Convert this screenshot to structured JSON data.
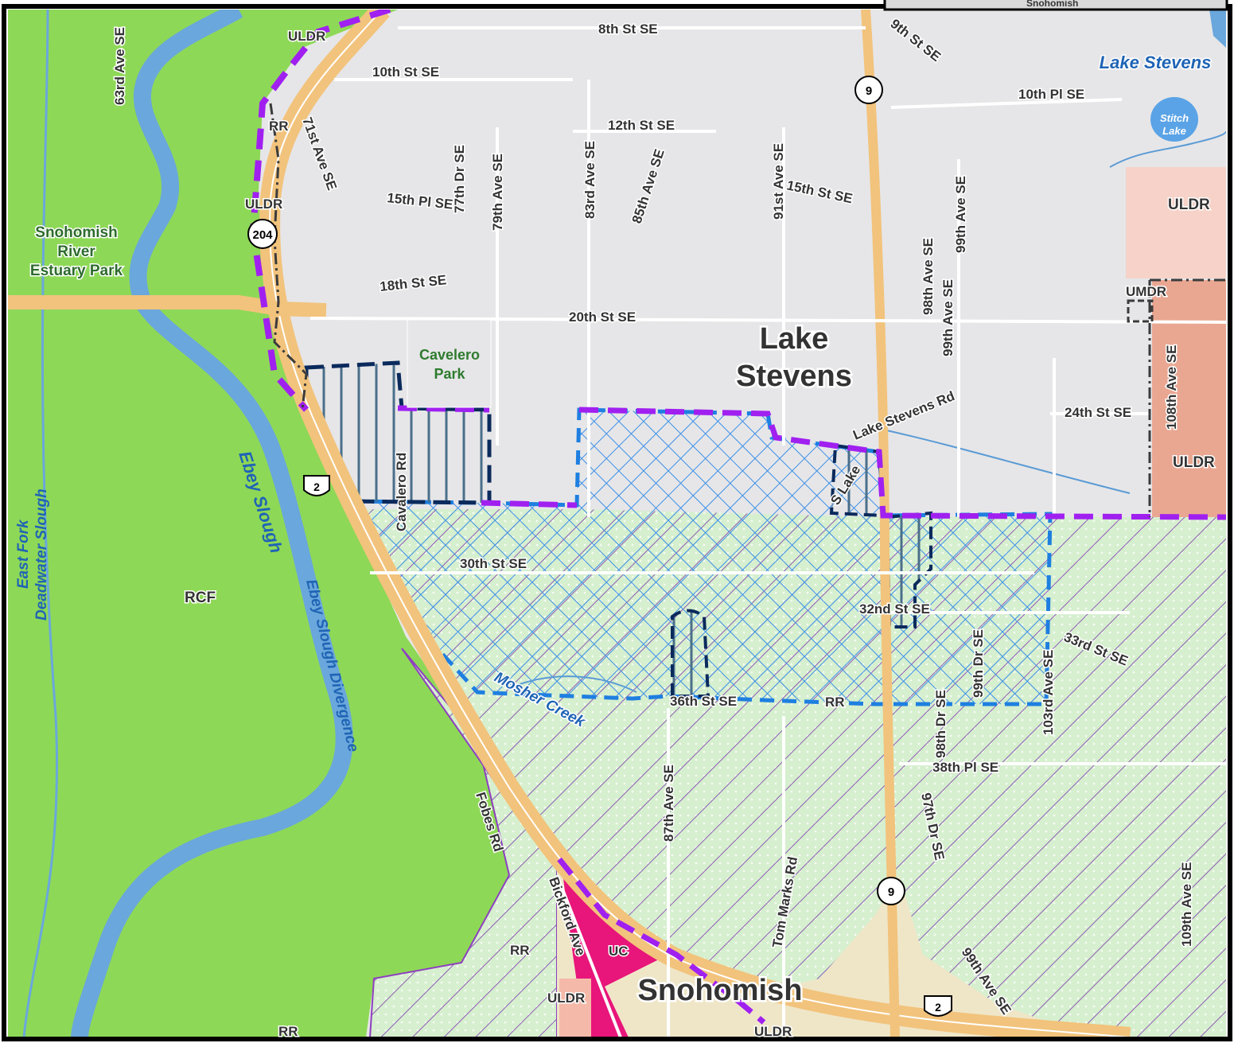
{
  "colors": {
    "rural_green": "#8ed857",
    "urban_gray": "#e6e6e8",
    "residential_pink": "#f5b9a9",
    "commercial_magenta": "#e8157a",
    "highway": "#f2c37c",
    "water": "#5b9bd5",
    "city_boundary": "#a020f0",
    "study_area_blue": "#1e7fe0",
    "study_area_navy": "#0b2a5c",
    "uga_gray": "#555555"
  },
  "cities": {
    "lake_stevens": {
      "line1": "Lake",
      "line2": "Stevens"
    },
    "snohomish": "Snohomish"
  },
  "water": {
    "lake_stevens": "Lake Stevens",
    "stitch_lake": {
      "line1": "Stitch",
      "line2": "Lake"
    },
    "ebey_slough": "Ebey Slough",
    "ebey_divergence": "Ebey Slough Divergence",
    "east_fork": {
      "line1": "East Fork",
      "line2": "Deadwater Slough"
    },
    "mosher_creek": "Mosher Creek"
  },
  "parks": {
    "estuary": {
      "line1": "Snohomish",
      "line2": "River",
      "line3": "Estuary Park"
    },
    "cavelero": {
      "line1": "Cavelero",
      "line2": "Park"
    }
  },
  "zones": {
    "uldr_1": "ULDR",
    "rr_1": "RR",
    "uldr_2": "ULDR",
    "uldr_3": "ULDR",
    "umdr": "UMDR",
    "uldr_4": "ULDR",
    "rcf": "RCF",
    "rr_2": "RR",
    "uc": "UC",
    "uldr_5": "ULDR",
    "rr_3": "RR",
    "uldr_6": "ULDR",
    "rr_4": "RR"
  },
  "shields": {
    "sr204": "204",
    "sr9_n": "9",
    "us2_w": "2",
    "sr9_s": "9",
    "us2_e": "2"
  },
  "streets": {
    "s63rd": "63rd Ave SE",
    "s8th": "8th St SE",
    "s9th": "9th St SE",
    "s10th": "10th St SE",
    "s10thpl": "10th Pl SE",
    "s71st": "71st Ave SE",
    "s12th": "12th St SE",
    "s77th": "77th Dr SE",
    "s79th": "79th Ave SE",
    "s83rd": "83rd Ave SE",
    "s85th": "85th Ave SE",
    "s91st": "91st Ave SE",
    "s15thst": "15th St SE",
    "s15thpl": "15th Pl SE",
    "s98th": "98th Ave SE",
    "s99th": "99th Ave SE",
    "s99th_b": "99th Ave SE",
    "s18th": "18th St SE",
    "s20th": "20th St SE",
    "s24th": "24th St SE",
    "s108th": "108th Ave SE",
    "lsrd": "Lake Stevens Rd",
    "slake": "S Lake",
    "cavrd": "Cavalero Rd",
    "s30th": "30th St SE",
    "s32nd": "32nd St SE",
    "s33rd": "33rd St SE",
    "s103rd": "103rd Ave SE",
    "s99thdr": "99th Dr SE",
    "s98thdr": "98th Dr SE",
    "s36th": "36th St SE",
    "s38th": "38th Pl SE",
    "s87th": "87th Ave SE",
    "s97th": "97th Dr SE",
    "tommarks": "Tom Marks Rd",
    "fobes": "Fobes Rd",
    "bickford": "Bickford Ave",
    "s109th": "109th Ave SE",
    "s99thave_s": "99th Ave SE",
    "inset": "Snohomish"
  }
}
